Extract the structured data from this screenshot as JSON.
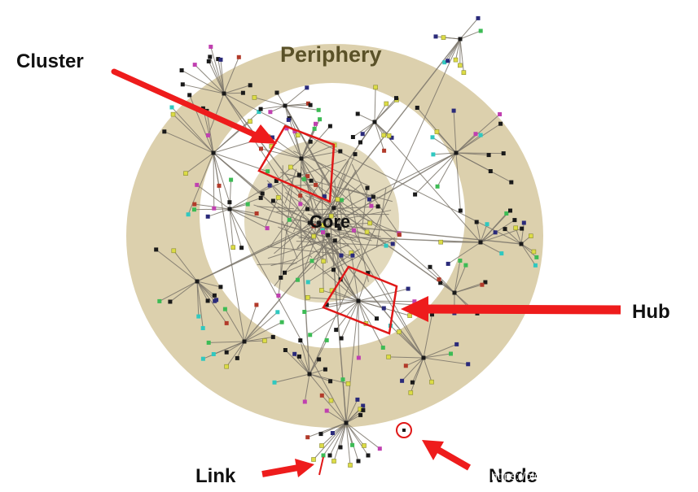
{
  "labels": {
    "periphery": "Periphery",
    "core": "Core",
    "cluster": "Cluster",
    "hub": "Hub",
    "link": "Link",
    "node": "Node"
  },
  "watermark": "https://blog.csdn.net/weixin_41961559",
  "colors": {
    "ring": "#dcd0ad",
    "arrow": "#ee1c1c",
    "edge": "#7a746a",
    "node_dark": "#1a1a1a",
    "node_yellow": "#dcdc46",
    "node_red": "#b23a2a",
    "node_blue": "#2a2a7a",
    "node_green": "#3dbb55",
    "node_magenta": "#c040b0",
    "node_teal": "#30c8c0"
  }
}
